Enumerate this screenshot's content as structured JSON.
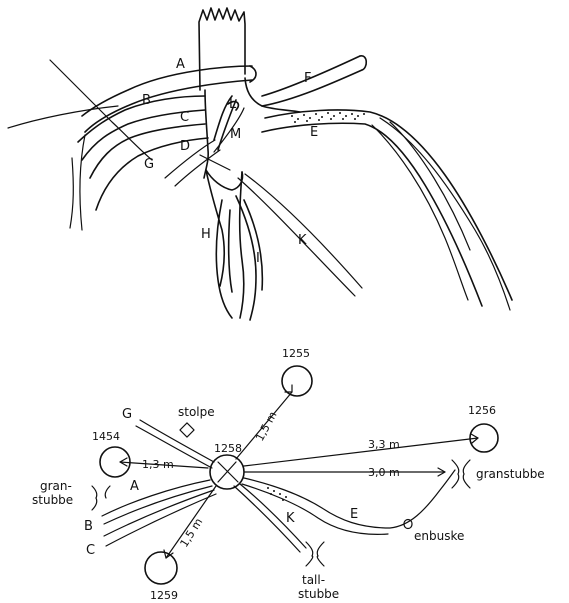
{
  "root_sketch": {
    "branch_labels": {
      "A": "A",
      "B": "B",
      "C": "C",
      "D": "D",
      "E": "E",
      "F": "F",
      "G": "G",
      "H": "H",
      "I": "I",
      "K": "K",
      "L": "L",
      "M": "M"
    }
  },
  "site_map": {
    "center_tree": "1258",
    "trees": {
      "t1255": "1255",
      "t1256": "1256",
      "t1259": "1259",
      "t1454": "1454"
    },
    "distances": {
      "to_1255": "1,5 m",
      "to_1256": "3,3 m",
      "to_granstubbe": "3,0 m",
      "to_1454": "1,3 m",
      "to_1259": "1,5 m"
    },
    "features": {
      "stolpe": "stolpe",
      "granstubbe_left_1": "gran-",
      "granstubbe_left_2": "stubbe",
      "granstubbe_right": "granstubbe",
      "enbuske": "enbuske",
      "tallstubbe_1": "tall-",
      "tallstubbe_2": "stubbe"
    },
    "root_labels": {
      "G": "G",
      "A": "A",
      "B": "B",
      "C": "C",
      "K": "K",
      "E": "E"
    }
  }
}
